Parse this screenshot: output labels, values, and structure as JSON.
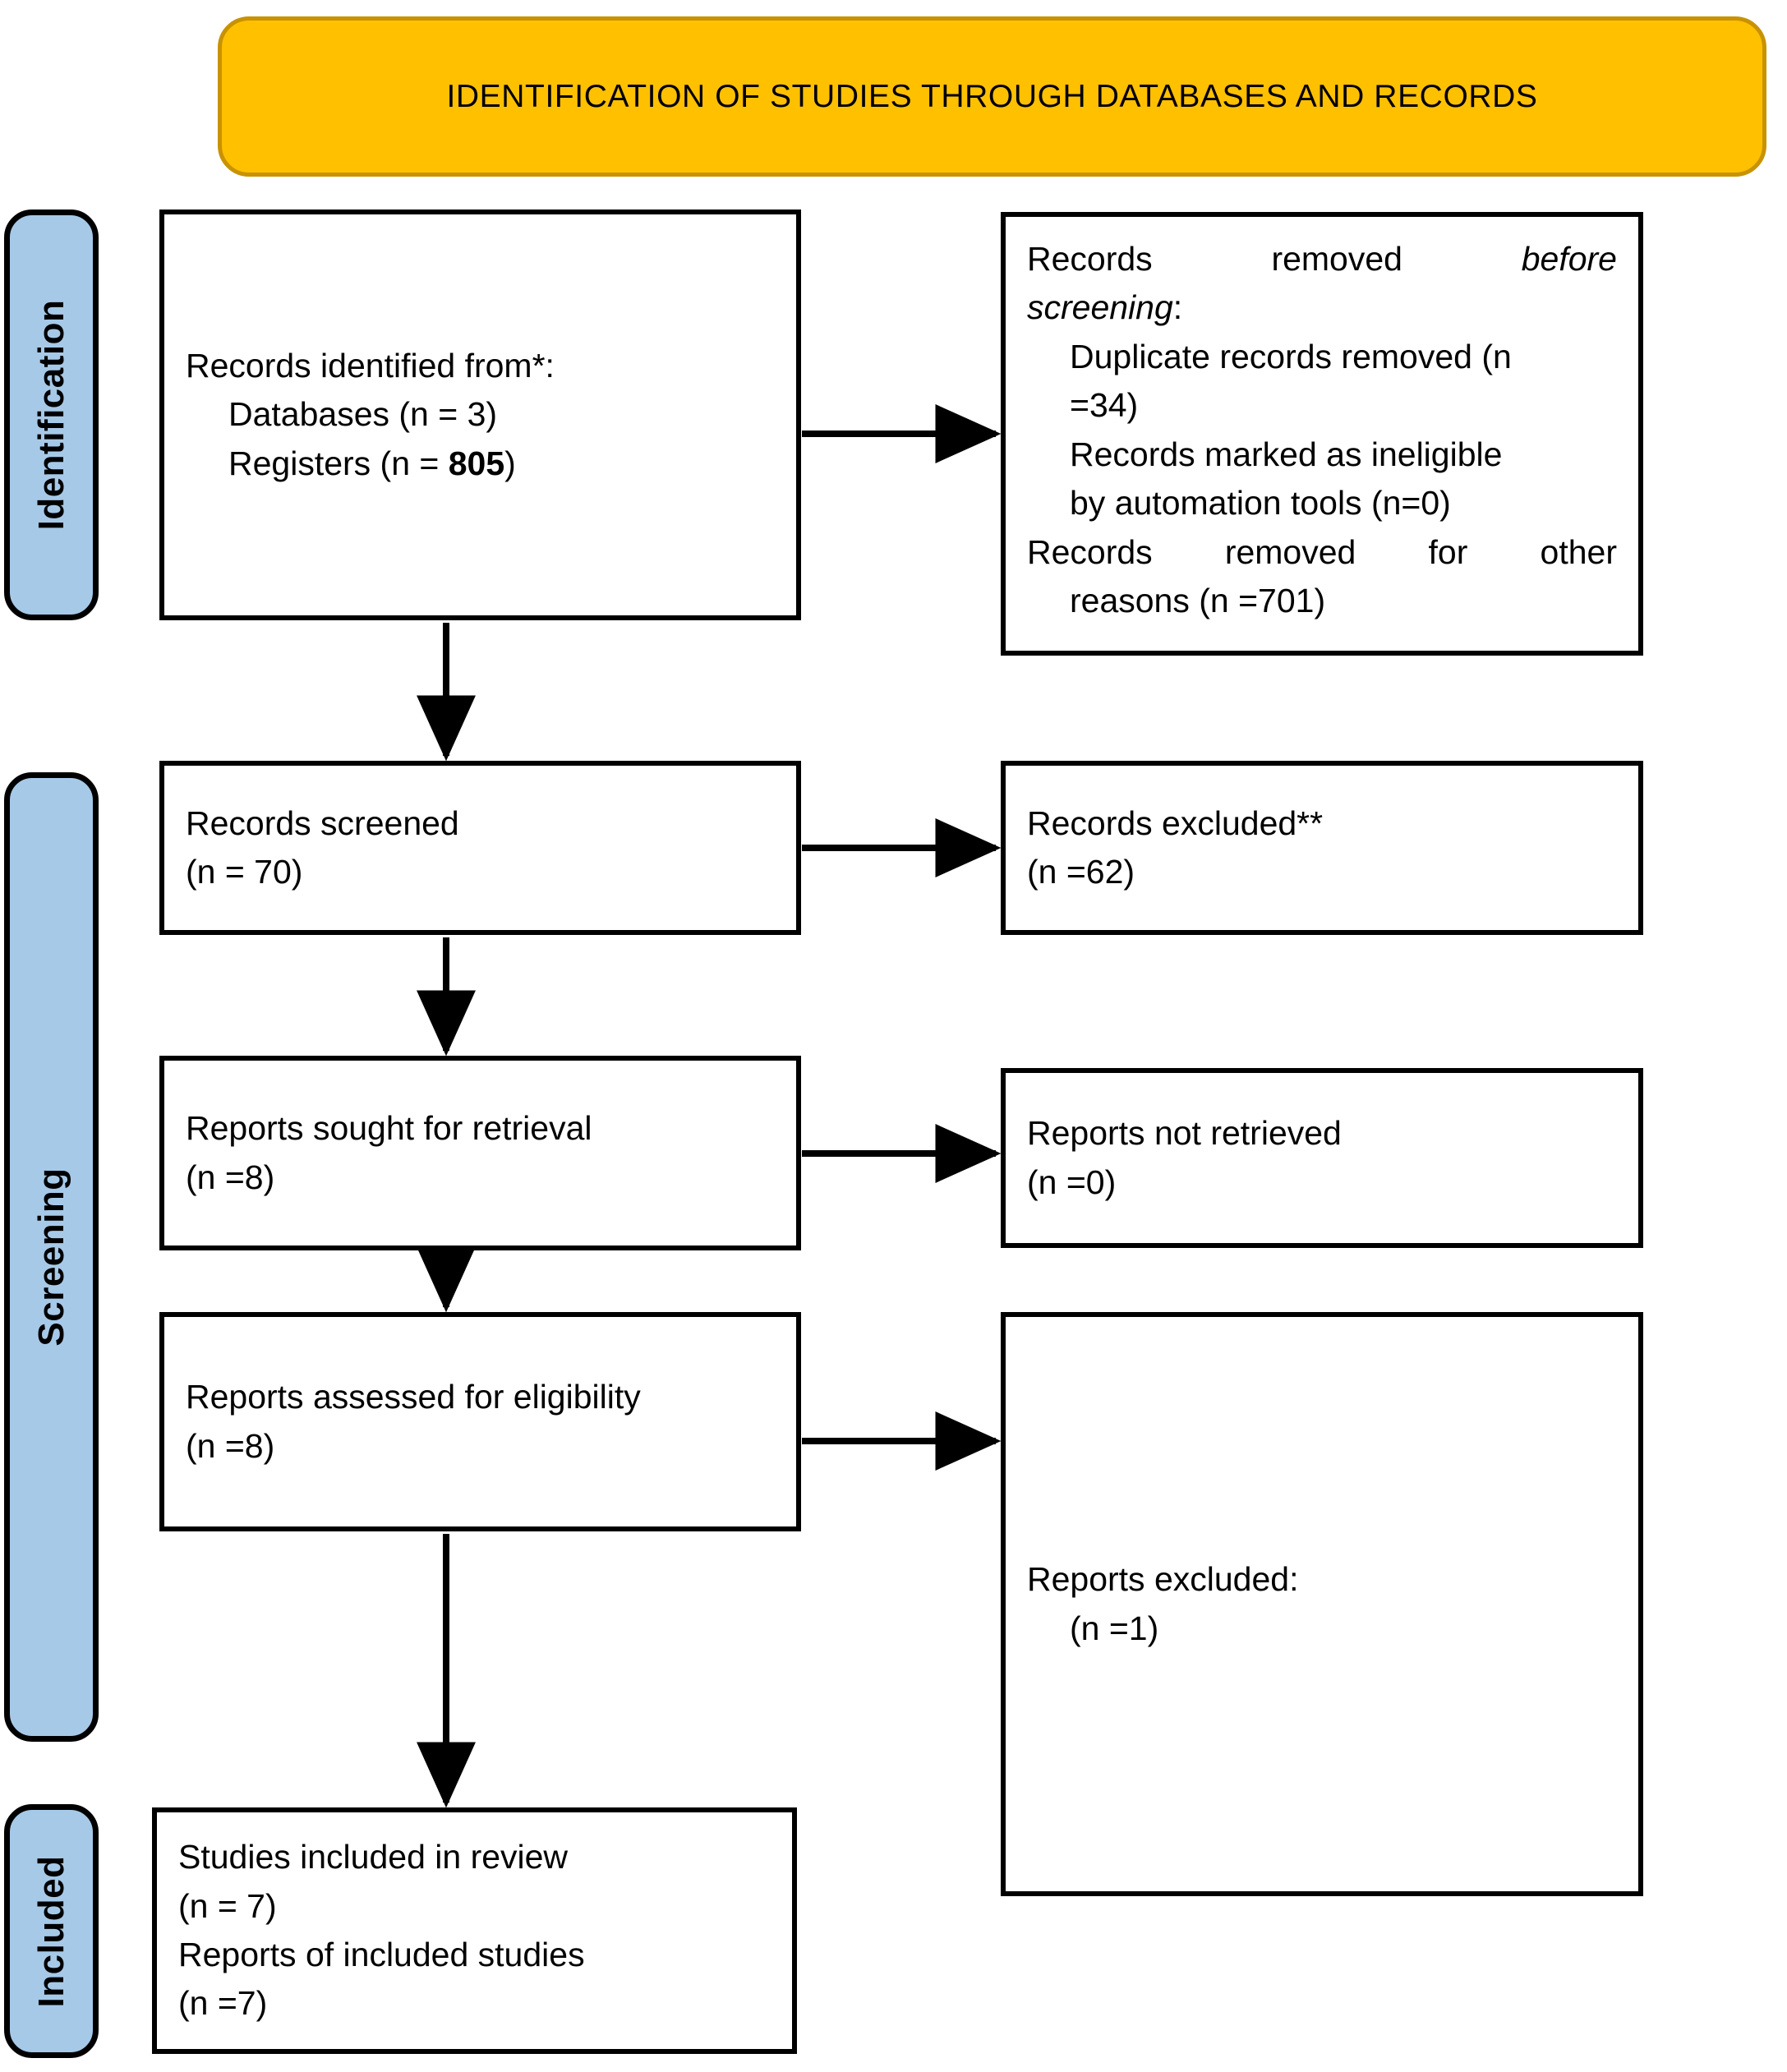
{
  "banner": {
    "title": "IDENTIFICATION OF STUDIES THROUGH DATABASES AND RECORDS",
    "fill_color": "#FFC000",
    "border_color": "#C89200"
  },
  "stage_labels": {
    "identification": "Identification",
    "screening": "Screening",
    "included": "Included",
    "fill_color": "#A6C9E8",
    "border_color": "#000000"
  },
  "boxes": {
    "identified": {
      "line1": "Records identified from*:",
      "line2": "Databases (n = 3)",
      "line3_pre": "Registers (n = ",
      "line3_bold": "805",
      "line3_post": ")"
    },
    "removed": {
      "head_a": "Records",
      "head_b": "removed",
      "head_c": "before",
      "head_d": "screening",
      "head_colon": ":",
      "item1_a": "Duplicate records removed (n",
      "item1_b": "=34)",
      "item2_a": "Records marked as ineligible",
      "item2_b": "by automation tools (n=0)",
      "item3_a": "Records",
      "item3_b": "removed",
      "item3_c": "for",
      "item3_d": "other",
      "item3_e": "reasons (n =701)"
    },
    "screened": {
      "line1": "Records screened",
      "line2": "(n = 70)"
    },
    "excluded_records": {
      "line1": "Records excluded**",
      "line2": "(n =62)"
    },
    "sought": {
      "line1": "Reports sought for retrieval",
      "line2": "(n =8)"
    },
    "not_retrieved": {
      "line1": "Reports not retrieved",
      "line2": "(n =0)"
    },
    "assessed": {
      "line1": "Reports assessed for eligibility",
      "line2": "(n =8)"
    },
    "excluded_reports": {
      "line1": "Reports excluded:",
      "line2": "(n =1)"
    },
    "included": {
      "line1": "Studies included in review",
      "line2": "(n = 7)",
      "line3": "Reports of included studies",
      "line4": "(n =7)"
    }
  },
  "chart_data": {
    "type": "diagram",
    "title": "PRISMA 2020 flow diagram",
    "nodes": [
      {
        "id": "identified",
        "stage": "Identification",
        "column": "left",
        "label": "Records identified from*: Databases (n = 3) Registers (n = 805)"
      },
      {
        "id": "removed",
        "stage": "Identification",
        "column": "right",
        "label": "Records removed before screening: Duplicate records removed (n =34); Records marked as ineligible by automation tools (n=0); Records removed for other reasons (n =701)"
      },
      {
        "id": "screened",
        "stage": "Screening",
        "column": "left",
        "label": "Records screened (n = 70)"
      },
      {
        "id": "excluded_records",
        "stage": "Screening",
        "column": "right",
        "label": "Records excluded** (n =62)"
      },
      {
        "id": "sought",
        "stage": "Screening",
        "column": "left",
        "label": "Reports sought for retrieval (n =8)"
      },
      {
        "id": "not_retrieved",
        "stage": "Screening",
        "column": "right",
        "label": "Reports not retrieved (n =0)"
      },
      {
        "id": "assessed",
        "stage": "Screening",
        "column": "left",
        "label": "Reports assessed for eligibility (n =8)"
      },
      {
        "id": "excluded_reports",
        "stage": "Screening",
        "column": "right",
        "label": "Reports excluded: (n =1)"
      },
      {
        "id": "included",
        "stage": "Included",
        "column": "left",
        "label": "Studies included in review (n = 7) Reports of included studies (n =7)"
      }
    ],
    "edges": [
      {
        "from": "identified",
        "to": "removed",
        "direction": "right"
      },
      {
        "from": "identified",
        "to": "screened",
        "direction": "down"
      },
      {
        "from": "screened",
        "to": "excluded_records",
        "direction": "right"
      },
      {
        "from": "screened",
        "to": "sought",
        "direction": "down"
      },
      {
        "from": "sought",
        "to": "not_retrieved",
        "direction": "right"
      },
      {
        "from": "sought",
        "to": "assessed",
        "direction": "down"
      },
      {
        "from": "assessed",
        "to": "excluded_reports",
        "direction": "right"
      },
      {
        "from": "assessed",
        "to": "included",
        "direction": "down"
      }
    ],
    "counts": {
      "databases": 3,
      "registers": 805,
      "duplicates_removed": 34,
      "ineligible_by_automation": 0,
      "removed_other_reasons": 701,
      "records_screened": 70,
      "records_excluded": 62,
      "reports_sought": 8,
      "reports_not_retrieved": 0,
      "reports_assessed": 8,
      "reports_excluded": 1,
      "studies_included": 7,
      "reports_of_included_studies": 7
    }
  }
}
